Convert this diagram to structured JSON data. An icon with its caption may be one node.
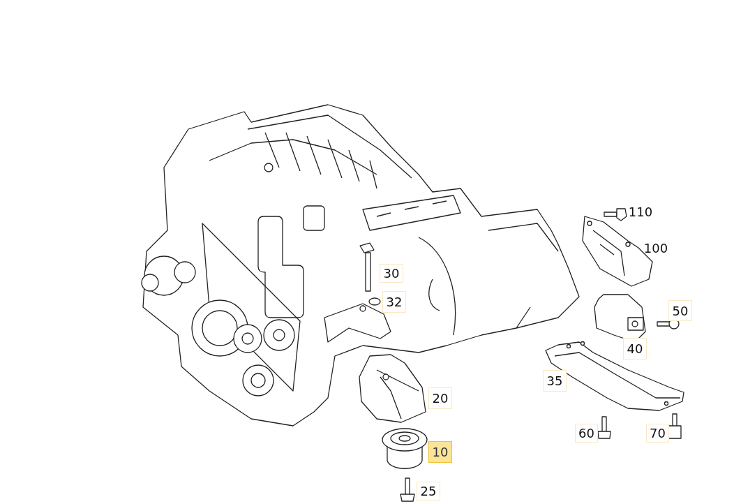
{
  "diagram": {
    "labels": [
      "110",
      "100",
      "30",
      "32",
      "50",
      "40",
      "35",
      "20",
      "60",
      "70",
      "10",
      "25"
    ]
  }
}
